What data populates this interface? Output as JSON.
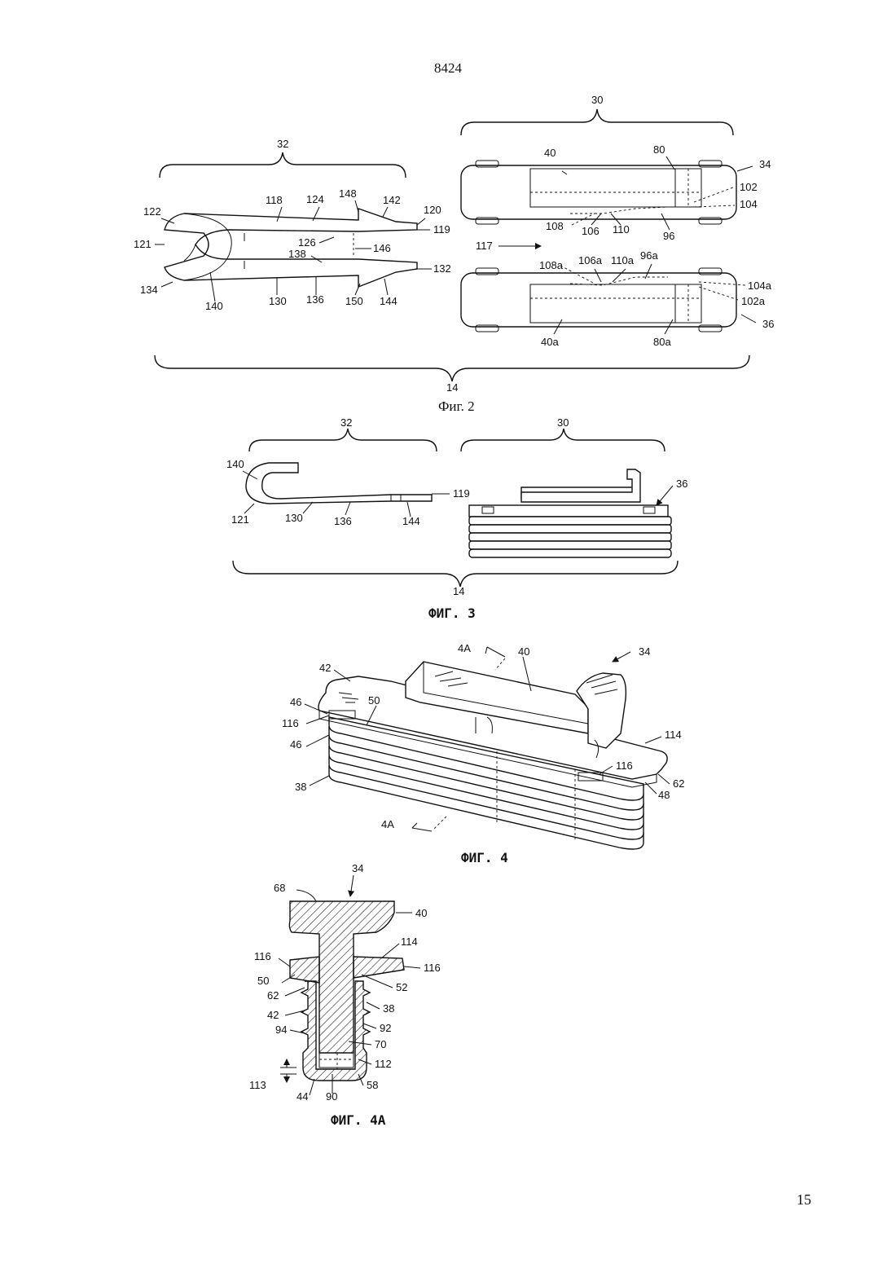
{
  "header": {
    "page_number": "8424"
  },
  "footer": {
    "sheet_number": "15"
  },
  "figures": {
    "fig2": {
      "caption": "Фиг. 2",
      "labels": {
        "l32": "32",
        "l30": "30",
        "l14": "14",
        "l34": "34",
        "l36": "36",
        "l40": "40",
        "l80": "80",
        "l102": "102",
        "l104": "104",
        "l108": "108",
        "l106": "106",
        "l110": "110",
        "l96": "96",
        "l117": "117",
        "l108a": "108a",
        "l106a": "106a",
        "l110a": "110a",
        "l96a": "96a",
        "l104a": "104a",
        "l102a": "102a",
        "l40a": "40a",
        "l80a": "80a",
        "l122": "122",
        "l118": "118",
        "l124": "124",
        "l148": "148",
        "l142": "142",
        "l120": "120",
        "l119": "119",
        "l121": "121",
        "l126": "126",
        "l146": "146",
        "l138": "138",
        "l132": "132",
        "l134": "134",
        "l140": "140",
        "l130": "130",
        "l136": "136",
        "l150": "150",
        "l144": "144"
      }
    },
    "fig3": {
      "caption": "ФИГ. 3",
      "labels": {
        "l32": "32",
        "l30": "30",
        "l14": "14",
        "l36": "36",
        "l140": "140",
        "l119": "119",
        "l121": "121",
        "l130": "130",
        "l136": "136",
        "l144": "144"
      }
    },
    "fig4": {
      "caption": "ФИГ. 4",
      "labels": {
        "l4A_top": "4A",
        "l4A_bottom": "4A",
        "l40": "40",
        "l34": "34",
        "l42": "42",
        "l46_top": "46",
        "l50": "50",
        "l116_left": "116",
        "l46_bottom": "46",
        "l38": "38",
        "l114": "114",
        "l116_right": "116",
        "l62": "62",
        "l48": "48"
      }
    },
    "fig4a": {
      "caption": "ФИГ. 4A",
      "labels": {
        "l34": "34",
        "l68": "68",
        "l40": "40",
        "l114": "114",
        "l116_left": "116",
        "l116_right": "116",
        "l50": "50",
        "l52": "52",
        "l62": "62",
        "l38": "38",
        "l42": "42",
        "l92": "92",
        "l94": "94",
        "l70": "70",
        "l112": "112",
        "l113": "113",
        "l58": "58",
        "l44": "44",
        "l90": "90"
      }
    }
  }
}
